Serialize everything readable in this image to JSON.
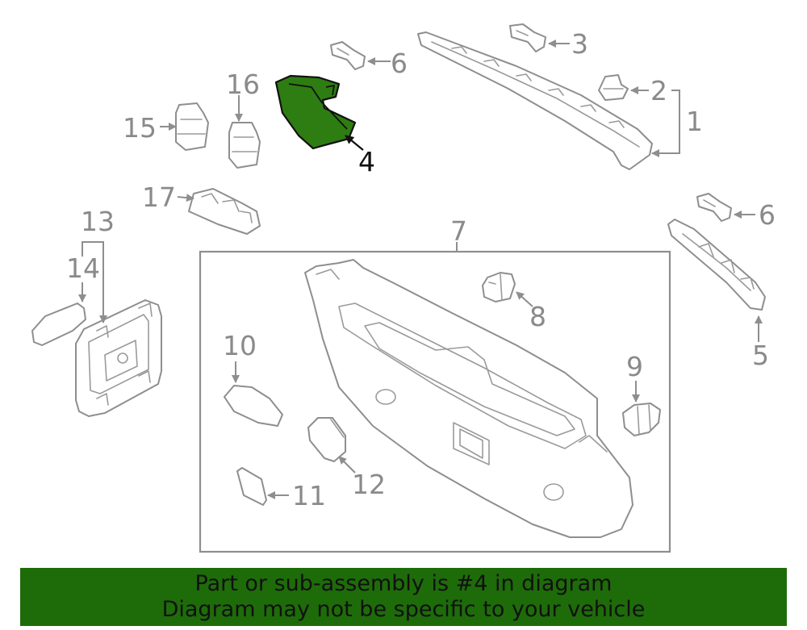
{
  "labels": {
    "p1": "1",
    "p2": "2",
    "p3": "3",
    "p4": "4",
    "p5": "5",
    "p6a": "6",
    "p6b": "6",
    "p7": "7",
    "p8": "8",
    "p9": "9",
    "p10": "10",
    "p11": "11",
    "p12": "12",
    "p13": "13",
    "p14": "14",
    "p15": "15",
    "p16": "16",
    "p17": "17"
  },
  "highlighted_part": "4",
  "colors": {
    "highlight": "#2e7d12",
    "banner": "#1e6b0a",
    "line": "#8e8e8e"
  },
  "banner": {
    "line1": "Part or sub-assembly is #4 in diagram",
    "line2": "Diagram may not be specific to your vehicle"
  }
}
